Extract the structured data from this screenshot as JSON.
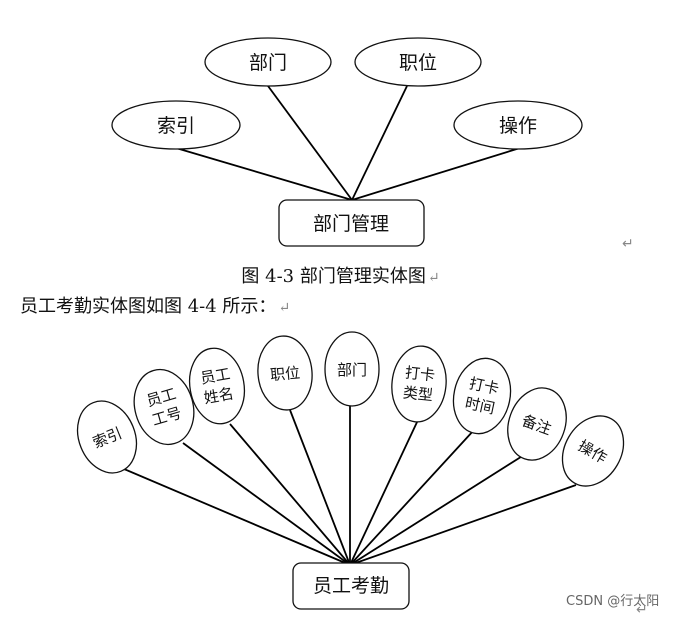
{
  "diagram1": {
    "entity": "部门管理",
    "attributes": [
      "部门",
      "职位",
      "索引",
      "操作"
    ]
  },
  "caption": "图 4-3 部门管理实体图",
  "paragraph": "员工考勤实体图如图 4-4 所示：",
  "return_mark": "↵",
  "diagram2": {
    "entity": "员工考勤",
    "attributes": [
      [
        "索引"
      ],
      [
        "员工",
        "工号"
      ],
      [
        "员工",
        "姓名"
      ],
      [
        "职位"
      ],
      [
        "部门"
      ],
      [
        "打卡",
        "类型"
      ],
      [
        "打卡",
        "时间"
      ],
      [
        "备注"
      ],
      [
        "操作"
      ]
    ]
  },
  "watermark": "CSDN @行太阳"
}
